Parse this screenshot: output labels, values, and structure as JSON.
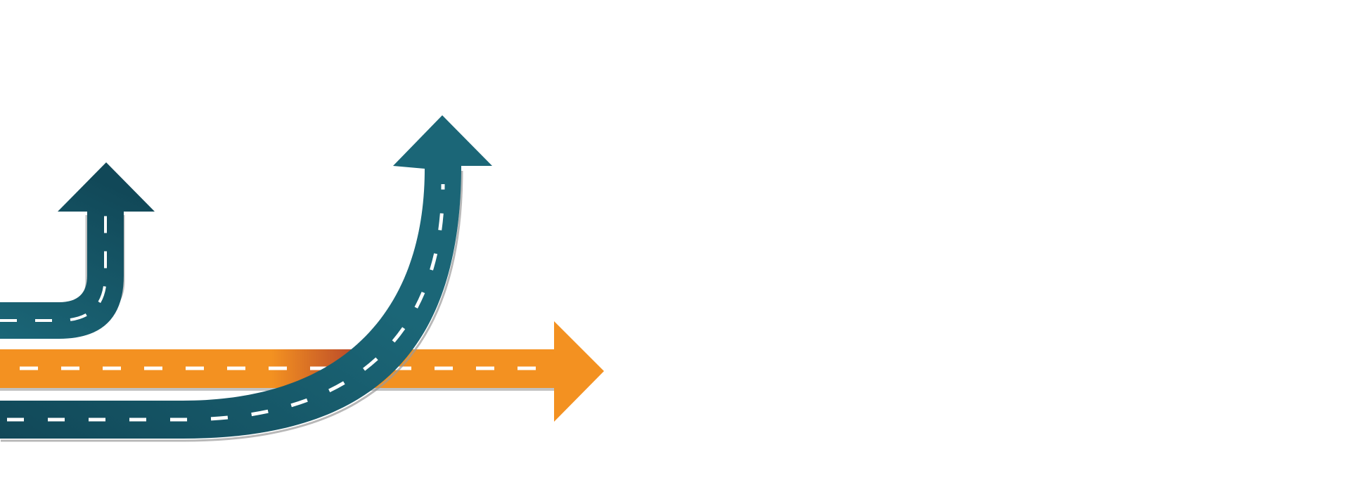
{
  "diagram": {
    "type": "road-arrows",
    "colors": {
      "background": "#ffffff",
      "teal": "#1b6677",
      "teal_dark": "#114858",
      "orange": "#f39121",
      "orange_shadow": "#b5432a",
      "lane_marking": "#ffffff",
      "edge_shadow": "#9a9a9a"
    },
    "arrows": [
      {
        "name": "small-turn-arrow",
        "color": "teal",
        "direction": "up"
      },
      {
        "name": "straight-arrow",
        "color": "orange",
        "direction": "right"
      },
      {
        "name": "large-curve-arrow",
        "color": "teal",
        "direction": "up"
      }
    ]
  }
}
